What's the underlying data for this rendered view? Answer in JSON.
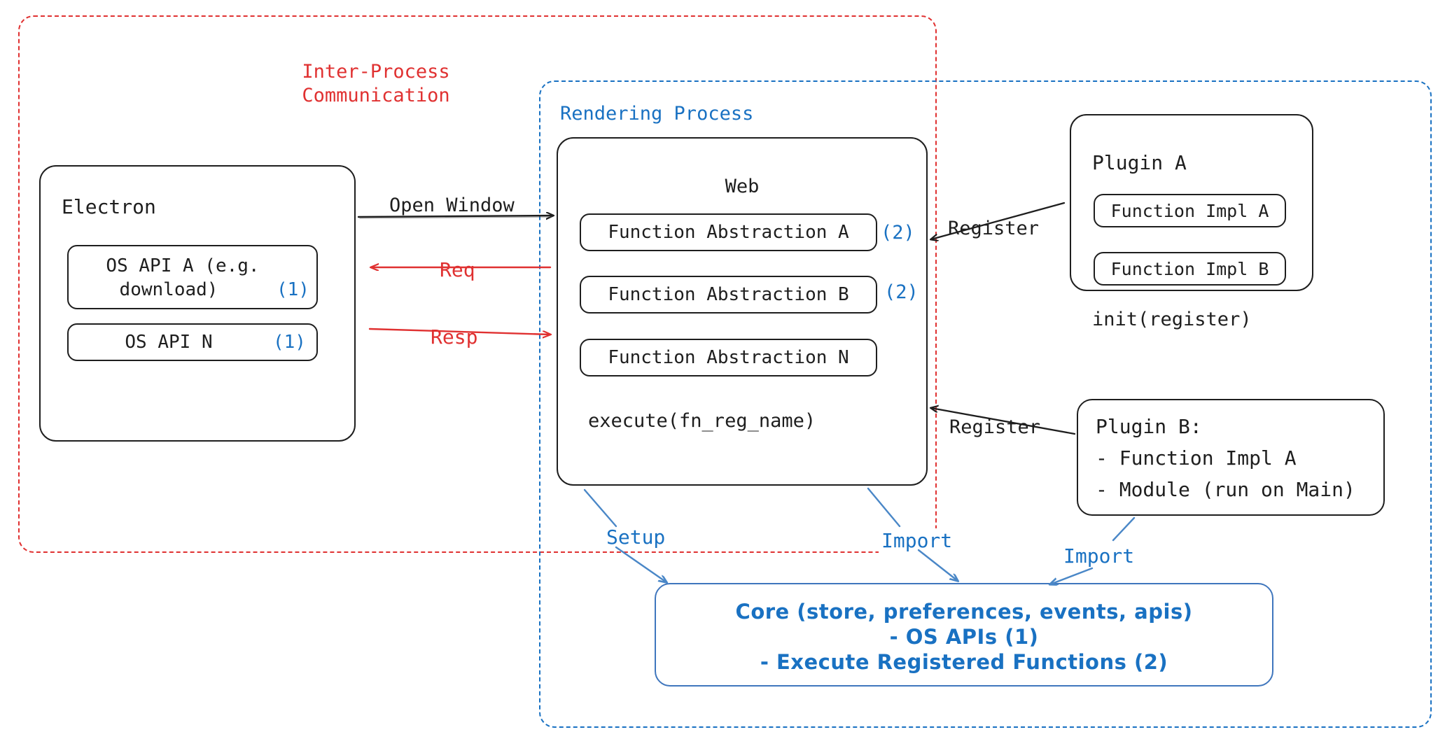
{
  "diagram": {
    "title": "Electron plugin architecture",
    "colors": {
      "ink": "#1e1e1e",
      "red": "#e03131",
      "blue": "#1971c2",
      "core_blue": "#3f76bd"
    }
  },
  "regions": {
    "ipc": {
      "label": "Inter-Process\nCommunication",
      "line1": "Inter-Process",
      "line2": "Communication"
    },
    "rendering": {
      "label": "Rendering Process"
    }
  },
  "electron": {
    "title": "Electron",
    "apis": [
      {
        "line1": "OS API A (e.g.",
        "line2": "download)",
        "badge": "(1)"
      },
      {
        "line1": "OS API N",
        "badge": "(1)"
      }
    ]
  },
  "web": {
    "title": "Web",
    "abstractions": [
      {
        "label": "Function Abstraction A",
        "badge": "(2)"
      },
      {
        "label": "Function Abstraction B",
        "badge": "(2)"
      },
      {
        "label": "Function Abstraction N",
        "badge": ""
      }
    ],
    "execute": "execute(fn_reg_name)"
  },
  "plugin_a": {
    "title": "Plugin A",
    "impls": [
      "Function Impl A",
      "Function Impl B"
    ],
    "init": "init(register)"
  },
  "plugin_b": {
    "title": "Plugin B:",
    "items": [
      "- Function Impl A",
      "- Module (run on Main)"
    ]
  },
  "core": {
    "line1": "Core (store, preferences, events, apis)",
    "line2": "- OS APIs (1)",
    "line3": "- Execute Registered Functions (2)"
  },
  "edges": {
    "open_window": "Open Window",
    "req": "Req",
    "resp": "Resp",
    "register_a": "Register",
    "register_b": "Register",
    "setup": "Setup",
    "import_web": "Import",
    "import_plugin": "Import"
  }
}
